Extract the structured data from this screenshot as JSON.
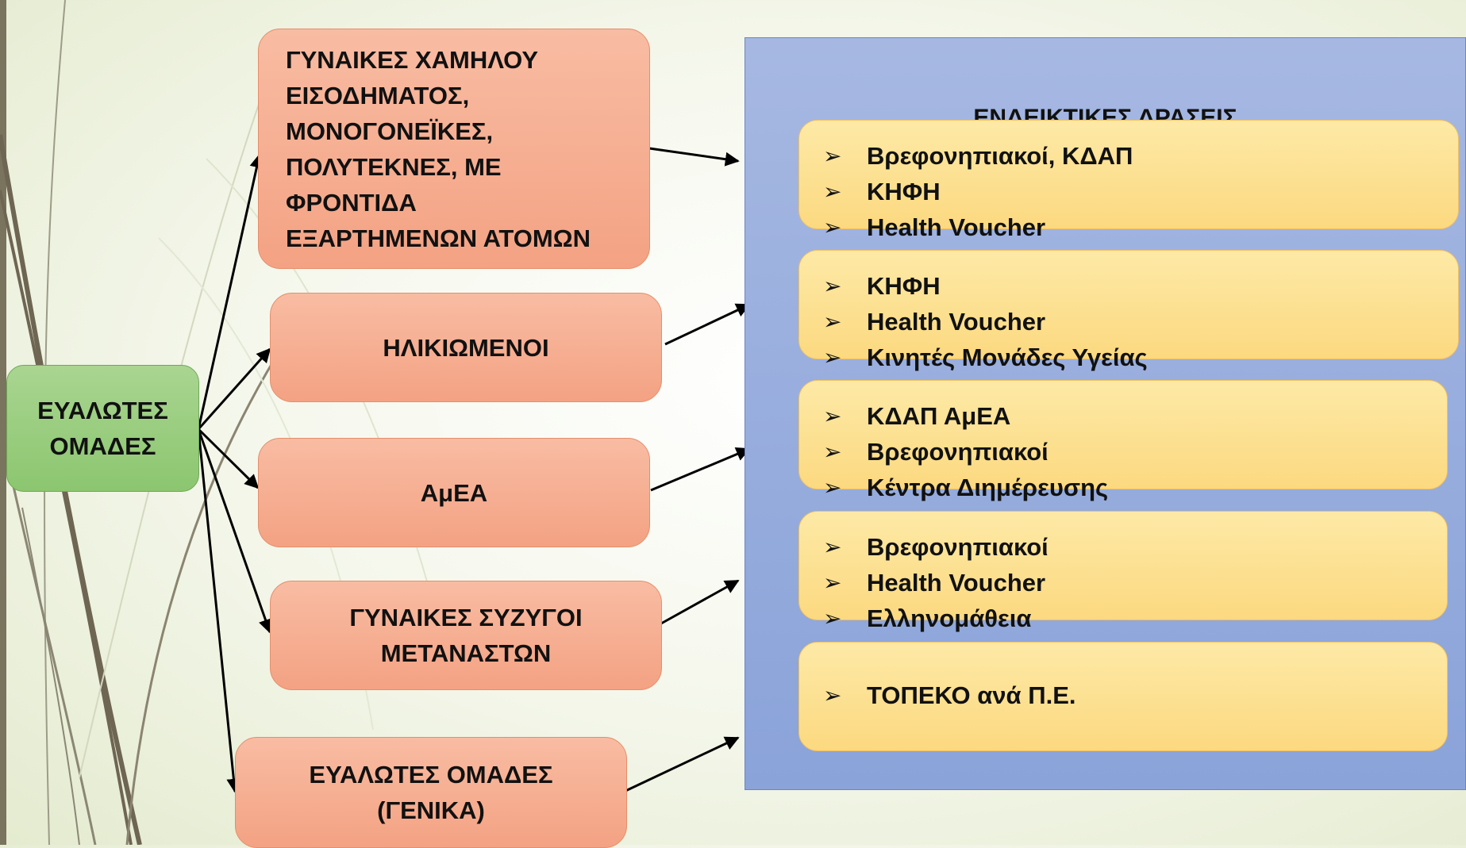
{
  "root": {
    "label": "ΕΥΑΛΩΤΕΣ\nΟΜΑΔΕΣ"
  },
  "groups": [
    {
      "label": "ΓΥΝΑΙΚΕΣ ΧΑΜΗΛΟΥ\nΕΙΣΟΔΗΜΑΤΟΣ,\nΜΟΝΟΓΟΝΕΪΚΕΣ,\nΠΟΛΥΤΕΚΝΕΣ, ΜΕ\nΦΡΟΝΤΙΔΑ\nΕΞΑΡΤΗΜΕΝΩΝ ΑΤΟΜΩΝ"
    },
    {
      "label": "ΗΛΙΚΙΩΜΕΝΟΙ"
    },
    {
      "label": "ΑμΕΑ"
    },
    {
      "label": "ΓΥΝΑΙΚΕΣ ΣΥΖΥΓΟΙ\nΜΕΤΑΝΑΣΤΩΝ"
    },
    {
      "label": "ΕΥΑΛΩΤΕΣ ΟΜΑΔΕΣ\n(ΓΕΝΙΚΑ)"
    }
  ],
  "actions_panel": {
    "title": "ΕΝΔΕΙΚΤΙΚΕΣ ΔΡΑΣΕΙΣ",
    "bullet_glyph": "➢",
    "boxes": [
      {
        "items": [
          "Βρεφονηπιακοί, ΚΔΑΠ",
          "ΚΗΦΗ",
          "Health Voucher"
        ]
      },
      {
        "items": [
          "ΚΗΦΗ",
          "Health Voucher",
          "Κινητές Μονάδες Υγείας"
        ]
      },
      {
        "items": [
          "ΚΔΑΠ ΑμΕΑ",
          "Βρεφονηπιακοί",
          "Κέντρα Διημέρευσης"
        ]
      },
      {
        "items": [
          "Βρεφονηπιακοί",
          "Health Voucher",
          "Ελληνομάθεια"
        ]
      },
      {
        "items": [
          "ΤΟΠΕΚΟ ανά Π.Ε."
        ]
      }
    ]
  },
  "colors": {
    "root_fill": "#8cc66f",
    "group_fill": "#f4a283",
    "panel_fill": "#8aa3d9",
    "action_fill": "#fcd980",
    "arrow": "#000000"
  }
}
